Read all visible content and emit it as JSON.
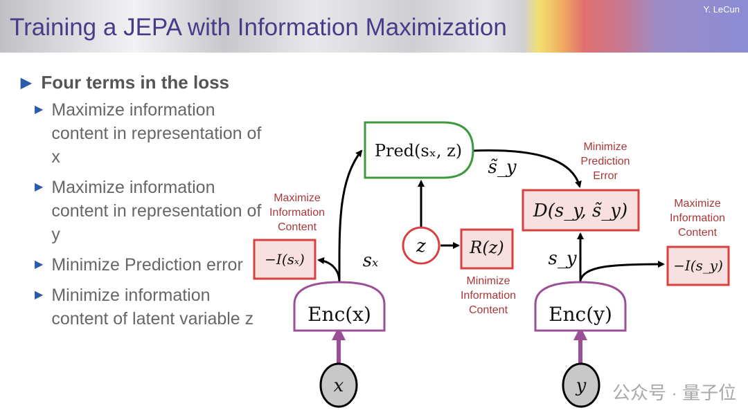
{
  "header": {
    "title": "Training a JEPA with Information Maximization",
    "author": "Y. LeCun"
  },
  "bullets": {
    "main": "Four terms in the loss",
    "items": [
      "Maximize information content in representation of x",
      "Maximize information content in representation of y",
      "Minimize Prediction error",
      "Minimize information content of latent variable z"
    ]
  },
  "diagram": {
    "pred": "Pred(sₓ, z)",
    "enc_x": "Enc(x)",
    "enc_y": "Enc(y)",
    "x": "x",
    "y": "y",
    "z": "z",
    "rz": "R(z)",
    "d": "D(s_y, s̃_y)",
    "i_sx": "−I(sₓ)",
    "i_sy": "−I(s_y)",
    "sx": "sₓ",
    "sy": "s_y",
    "sy_tilde": "s̃_y",
    "label_max_x": [
      "Maximize",
      "Information",
      "Content"
    ],
    "label_max_y": [
      "Maximize",
      "Information",
      "Content"
    ],
    "label_min_pred": [
      "Minimize",
      "Prediction",
      "Error"
    ],
    "label_min_z": [
      "Minimize",
      "Information",
      "Content"
    ],
    "colors": {
      "green": "#3c9a3c",
      "purple": "#9b4f96",
      "red": "#d84040",
      "label": "#a83838",
      "boxfill": "#f8e0e0"
    }
  },
  "watermark": "公众号 · 量子位"
}
